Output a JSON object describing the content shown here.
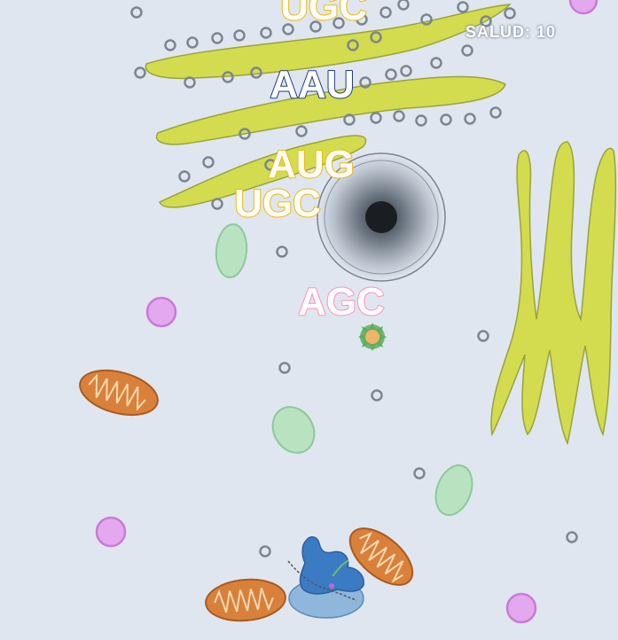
{
  "hud": {
    "health_label": "SALUD: 10"
  },
  "codons": [
    {
      "text": "UGC",
      "role": "falling-codon",
      "fill": "#ffffff",
      "stroke": "#f0b800"
    },
    {
      "text": "AAU",
      "role": "falling-codon",
      "fill": "#ffffff",
      "stroke": "#1e3a8a"
    },
    {
      "text": "AUG",
      "role": "falling-codon",
      "fill": "#ffffff",
      "stroke": "#f0b800"
    },
    {
      "text": "UGC",
      "role": "falling-codon",
      "fill": "#ffffff",
      "stroke": "#f0b800"
    },
    {
      "text": "AGC",
      "role": "falling-codon",
      "fill": "#ffffff",
      "stroke": "#ff8fb8"
    }
  ],
  "colors": {
    "background": "#dfe6ef",
    "reticulum": "#d2dc4e",
    "mitochondria": "#d9803a",
    "vesicle": "#b9e3c0",
    "lysosome": "#e4a8ef",
    "ribosome_player": "#3b7bc4"
  }
}
